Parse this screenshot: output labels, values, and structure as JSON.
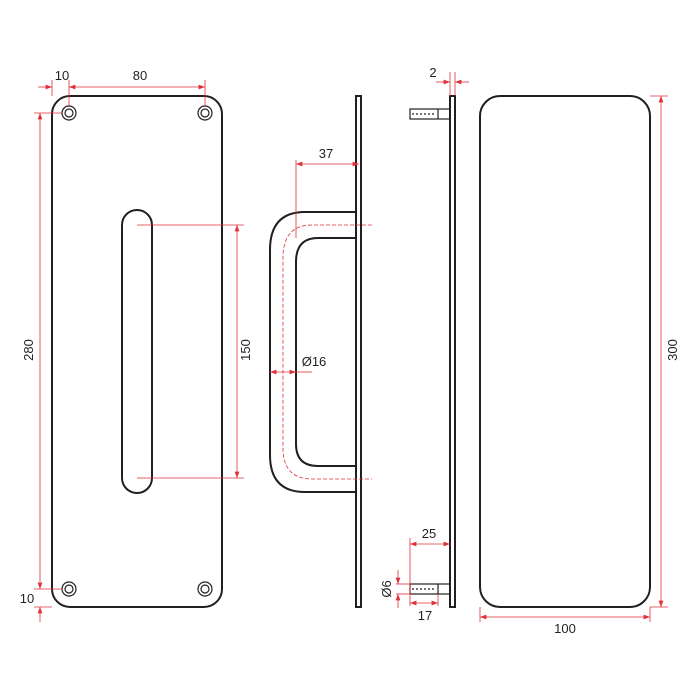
{
  "dimensions": {
    "screw_edge_offset_top": "10",
    "screw_spacing_horizontal": "80",
    "screw_spacing_vertical": "280",
    "screw_edge_offset_bottom": "10",
    "slot_length": "150",
    "handle_projection": "37",
    "handle_diameter": "Ø16",
    "plate_thickness": "2",
    "bolt_total_length": "25",
    "bolt_diameter": "Ø6",
    "bolt_length": "17",
    "plate_height": "300",
    "plate_width": "100"
  },
  "colors": {
    "line": "#231f20",
    "dimension": "#e0303a"
  }
}
